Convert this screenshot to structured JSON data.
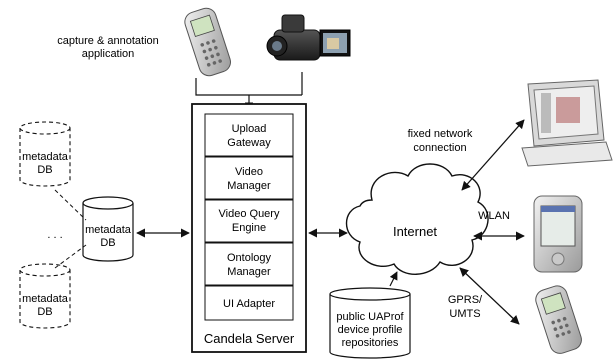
{
  "captions": {
    "capture_line1": "capture & annotation",
    "capture_line2": "application",
    "fixed_line1": "fixed network",
    "fixed_line2": "connection",
    "wlan": "WLAN",
    "gprs_line1": "GPRS/",
    "gprs_line2": "UMTS",
    "ellipsis": ". . ."
  },
  "server": {
    "title": "Candela Server",
    "modules": [
      {
        "line1": "Upload",
        "line2": "Gateway"
      },
      {
        "line1": "Video",
        "line2": "Manager"
      },
      {
        "line1": "Video Query",
        "line2": "Engine"
      },
      {
        "line1": "Ontology",
        "line2": "Manager"
      },
      {
        "line1": "UI Adapter",
        "line2": ""
      }
    ]
  },
  "internet": {
    "label": "Internet"
  },
  "databases": {
    "top": {
      "line1": "metadata",
      "line2": "DB"
    },
    "middle": {
      "line1": "metadata",
      "line2": "DB"
    },
    "bottom": {
      "line1": "metadata",
      "line2": "DB"
    }
  },
  "repository": {
    "line1": "public UAProf",
    "line2": "device profile",
    "line3": "repositories"
  },
  "device_icons": [
    "mobile-phone-icon",
    "video-camera-icon",
    "laptop-icon",
    "pda-icon",
    "mobile-phone-icon"
  ]
}
